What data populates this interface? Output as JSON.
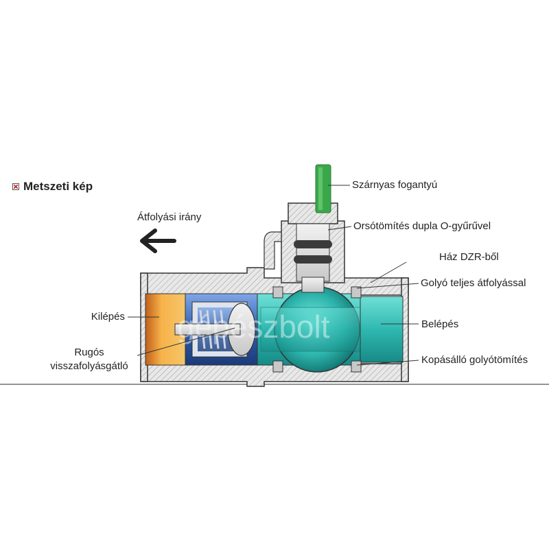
{
  "header": {
    "title": "Metszeti kép",
    "icon": "checkbox-icon"
  },
  "flow": {
    "label": "Átfolyási irány",
    "icon": "left-arrow-icon"
  },
  "watermark": "gépészbolt",
  "labels": {
    "handle": "Szárnyas fogantyú",
    "stem_seal": "Orsótömítés dupla O-gyűrűvel",
    "body": "Ház DZR-ből",
    "ball": "Golyó teljes átfolyással",
    "inlet": "Belépés",
    "ball_seal": "Kopásálló golyótömítés",
    "outlet": "Kilépés",
    "check_valve_line1": "Rugós",
    "check_valve_line2": "visszafolyásgátló"
  },
  "colors": {
    "outlet_orange": "#f0a640",
    "inlet_teal": "#2fb8b0",
    "check_blue": "#2f5fae",
    "handle_green": "#3aa84a",
    "metal": "#dcdcdc"
  }
}
